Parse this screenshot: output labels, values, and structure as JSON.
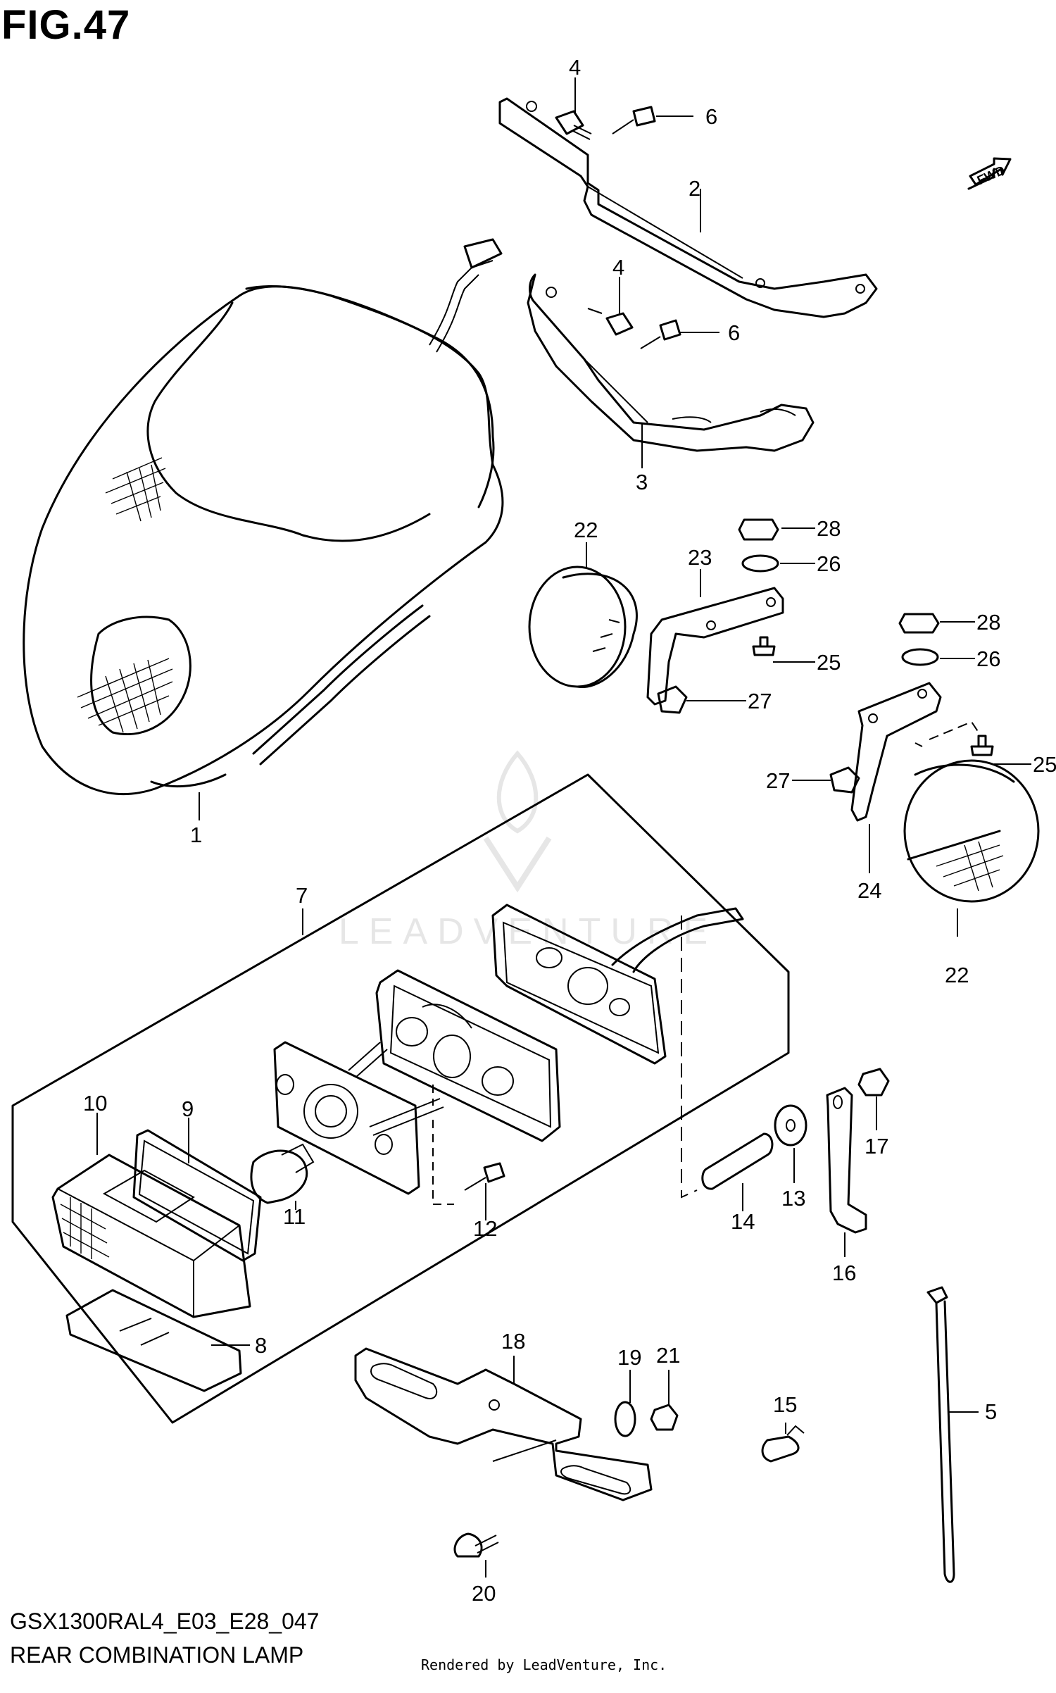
{
  "figure": {
    "title": "FIG.47"
  },
  "direction_arrow": {
    "label": "FWD",
    "icon": "fwd-arrow-icon"
  },
  "watermark": {
    "text": "LEADVENTURE"
  },
  "callouts": {
    "c1": "1",
    "c2": "2",
    "c3": "3",
    "c4a": "4",
    "c4b": "4",
    "c5": "5",
    "c6a": "6",
    "c6b": "6",
    "c7": "7",
    "c8": "8",
    "c9": "9",
    "c10": "10",
    "c11": "11",
    "c12": "12",
    "c13": "13",
    "c14": "14",
    "c15": "15",
    "c16": "16",
    "c17": "17",
    "c18": "18",
    "c19": "19",
    "c20": "20",
    "c21": "21",
    "c22a": "22",
    "c22b": "22",
    "c23": "23",
    "c24": "24",
    "c25a": "25",
    "c25b": "25",
    "c26a": "26",
    "c26b": "26",
    "c27a": "27",
    "c27b": "27",
    "c28a": "28",
    "c28b": "28"
  },
  "footer": {
    "code": "GSX1300RAL4_E03_E28_047",
    "name": "REAR COMBINATION LAMP",
    "rendered_by": "Rendered by LeadVenture, Inc."
  }
}
